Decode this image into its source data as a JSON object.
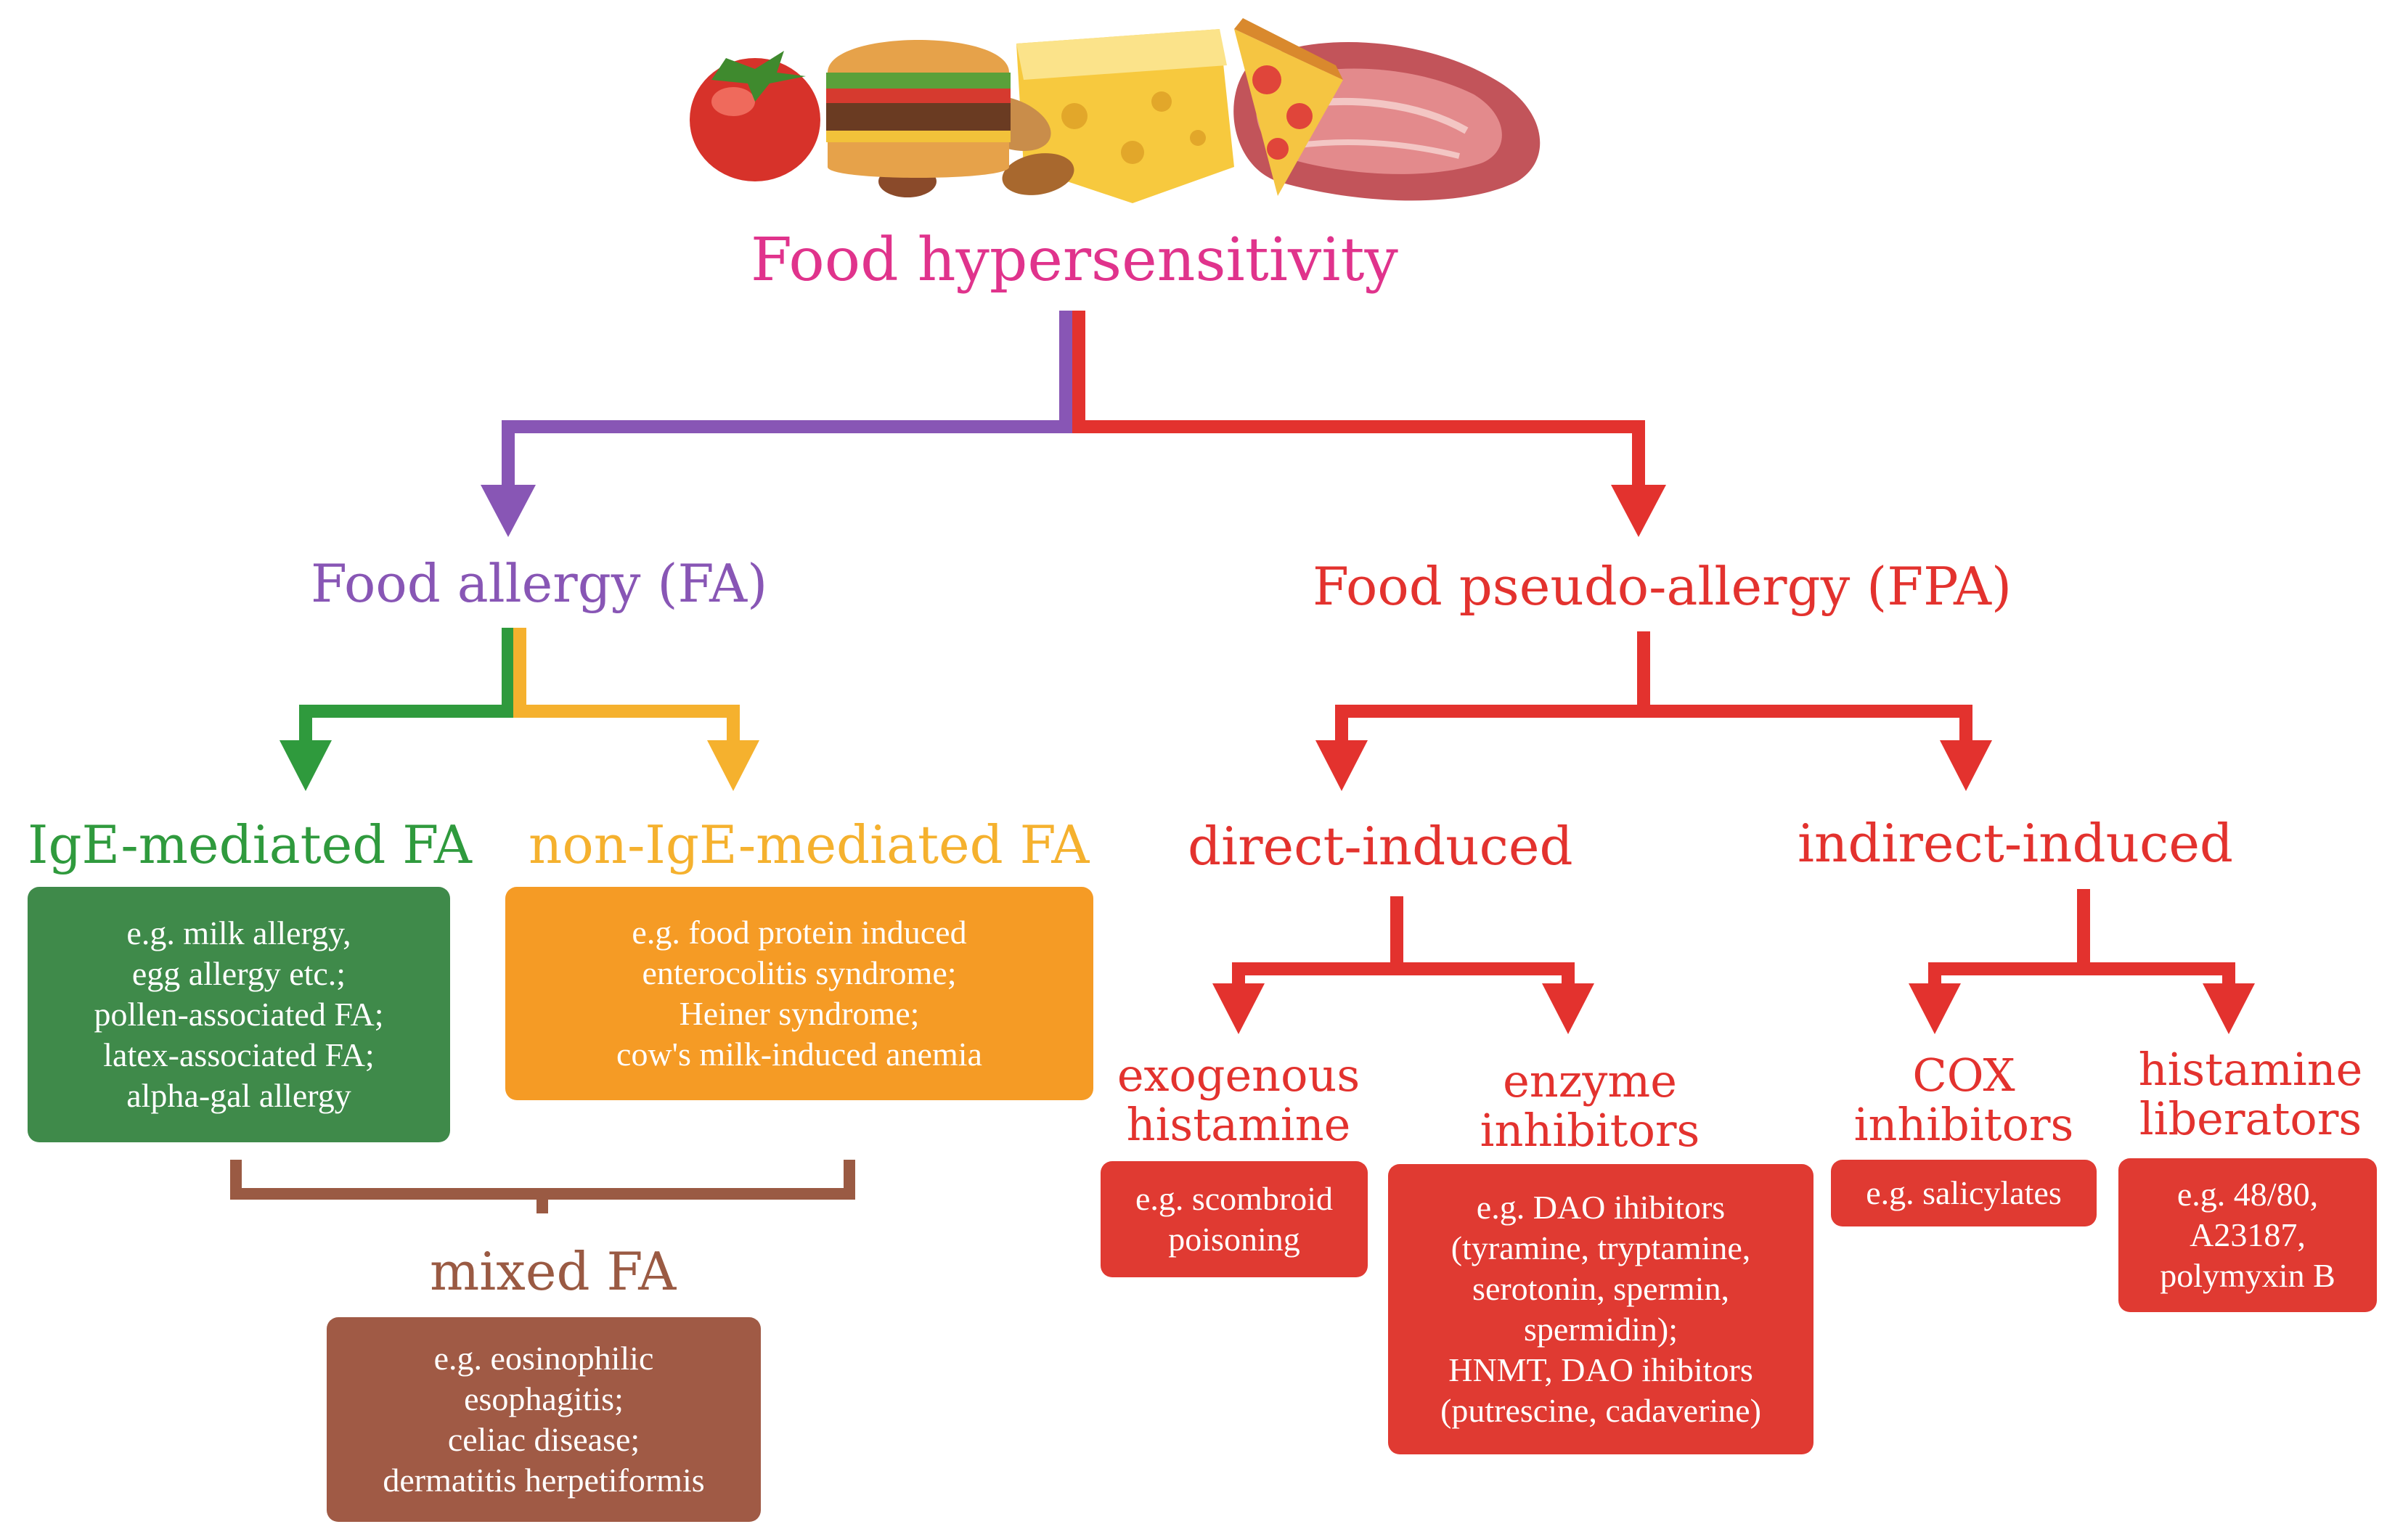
{
  "colors": {
    "title": "#e0338c",
    "fa": "#8856b5",
    "fpa": "#e3322e",
    "ige": "#2f9a3d",
    "ige_box": "#3f8a4a",
    "nonige": "#f5b12e",
    "nonige_box": "#f59b25",
    "mixed": "#9a5a43",
    "mixed_box": "#a05a45",
    "red_box": "#e03a32"
  },
  "title": "Food hypersensitivity",
  "food_illustration": {
    "items": [
      "tomato-icon",
      "burger-icon",
      "peanuts-icon",
      "cheese-icon",
      "pizza-icon",
      "meat-icon"
    ]
  },
  "fa": {
    "label": "Food allergy (FA)",
    "ige": {
      "label": "IgE-mediated FA",
      "examples": [
        "e.g. milk allergy,",
        "egg allergy etc.;",
        "pollen-associated FA;",
        "latex-associated FA;",
        "alpha-gal allergy"
      ]
    },
    "non_ige": {
      "label": "non-IgE-mediated FA",
      "examples": [
        "e.g. food protein induced",
        "enterocolitis syndrome;",
        "Heiner syndrome;",
        "cow's milk-induced anemia"
      ]
    },
    "mixed": {
      "label": "mixed FA",
      "examples": [
        "e.g. eosinophilic",
        "esophagitis;",
        "celiac disease;",
        "dermatitis herpetiformis"
      ]
    }
  },
  "fpa": {
    "label": "Food pseudo-allergy (FPA)",
    "direct": {
      "label": "direct-induced",
      "exogenous": {
        "label": [
          "exogenous",
          "histamine"
        ],
        "examples": [
          "e.g. scombroid",
          "poisoning"
        ]
      },
      "enzyme": {
        "label": [
          "enzyme",
          "inhibitors"
        ],
        "examples": [
          "e.g. DAO ihibitors",
          "(tyramine, tryptamine,",
          "serotonin, spermin,",
          "spermidin);",
          "HNMT, DAO ihibitors",
          "(putrescine, cadaverine)"
        ]
      }
    },
    "indirect": {
      "label": "indirect-induced",
      "cox": {
        "label": [
          "COX",
          "inhibitors"
        ],
        "examples": [
          "e.g. salicylates"
        ]
      },
      "liberators": {
        "label": [
          "histamine",
          "liberators"
        ],
        "examples": [
          "e.g. 48/80,",
          "A23187,",
          "polymyxin B"
        ]
      }
    }
  }
}
